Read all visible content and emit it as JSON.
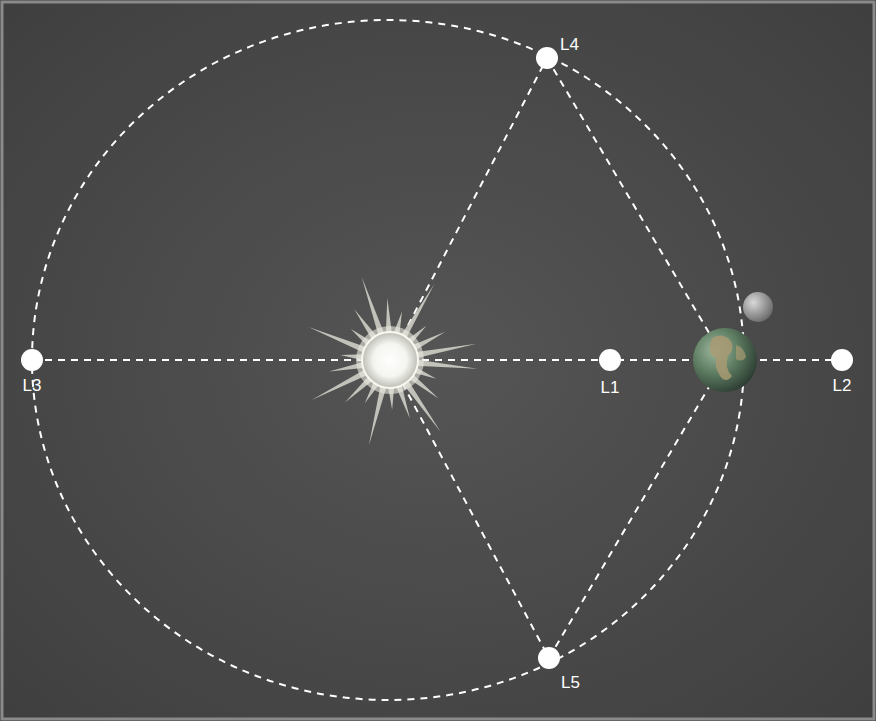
{
  "diagram": {
    "labels": [
      "L4",
      "L3",
      "L1",
      "L2",
      "L5"
    ]
  }
}
